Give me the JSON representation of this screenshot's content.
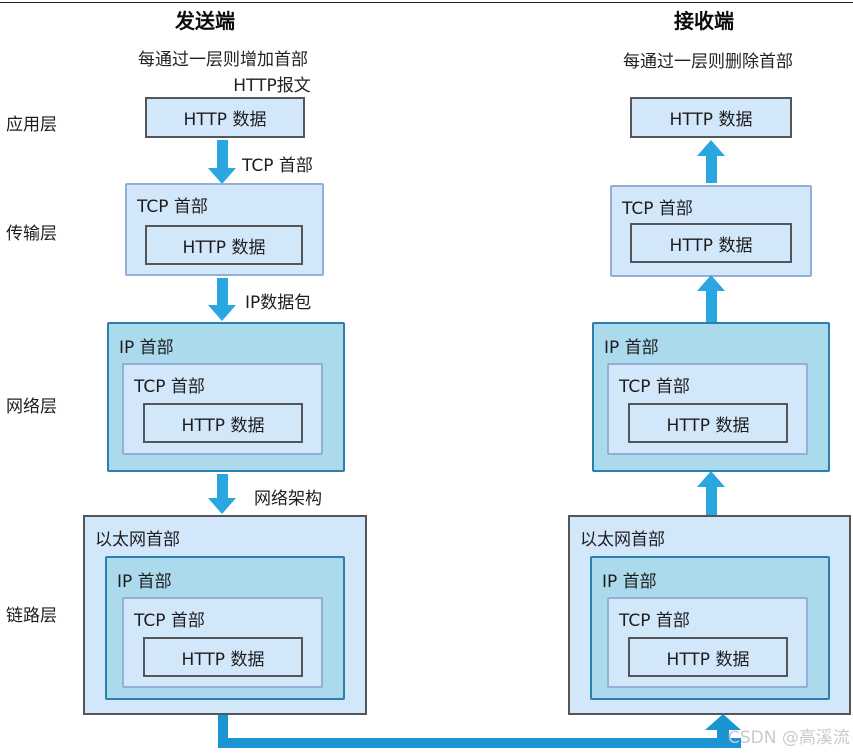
{
  "sender": {
    "title": "发送端",
    "subtitle": "每通过一层则增加首部",
    "message_label": "HTTP报文"
  },
  "receiver": {
    "title": "接收端",
    "subtitle": "每通过一层则删除首部"
  },
  "layers": {
    "application": "应用层",
    "transport": "传输层",
    "network": "网络层",
    "link": "链路层"
  },
  "labels": {
    "http_data": "HTTP 数据",
    "tcp_header": "TCP 首部",
    "ip_header": "IP 首部",
    "eth_header": "以太网首部"
  },
  "arrow_labels": {
    "tcp_header": "TCP 首部",
    "ip_packet": "IP数据包",
    "network": "网络架构"
  },
  "watermark": "CSDN @高溪流",
  "colors": {
    "box_light": "#d3e7fa",
    "box_medium": "#abdaec",
    "border_dark": "#55565a",
    "border_blue": "#2b7fae",
    "border_lite": "#93afd6",
    "arrow": "#2aa6e0",
    "connector": "#1b95d2"
  }
}
